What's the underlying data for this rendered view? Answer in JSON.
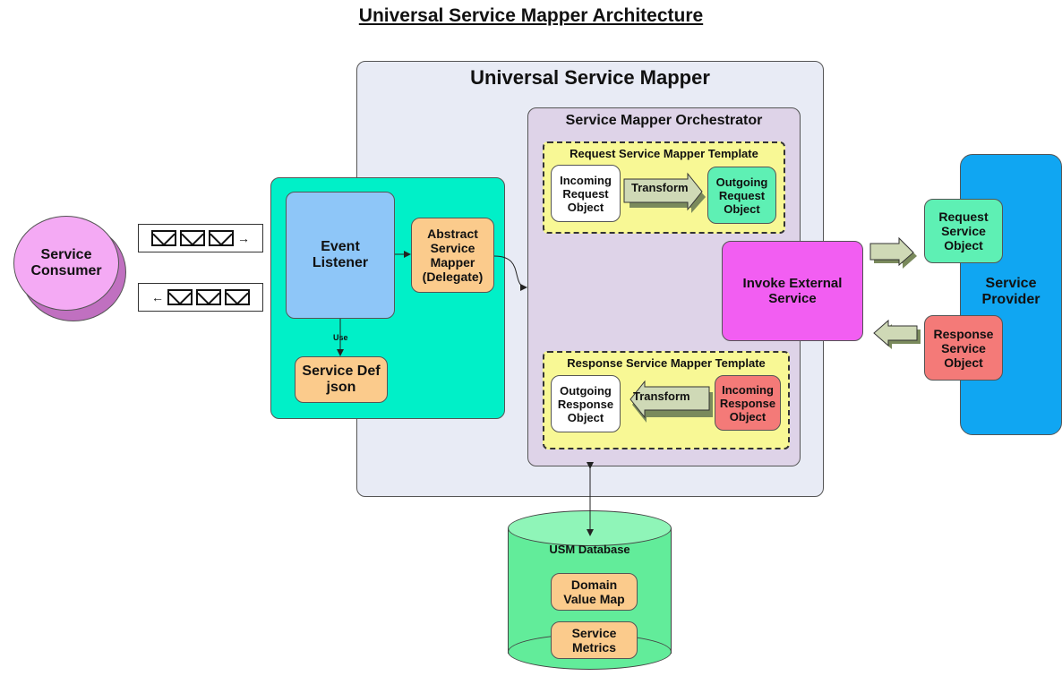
{
  "title": "Universal Service Mapper Architecture",
  "usm": {
    "title": "Universal Service Mapper"
  },
  "consumer": {
    "label": "Service Consumer"
  },
  "envelopes": {
    "out_arrow": "→",
    "in_arrow": "←"
  },
  "listener_panel": {
    "event_listener": "Event Listener",
    "abstract_mapper": "Abstract Service Mapper (Delegate)",
    "use_label": "Use",
    "service_def": "Service Def json"
  },
  "orchestrator": {
    "title": "Service Mapper Orchestrator",
    "request_template": {
      "title": "Request Service Mapper Template",
      "incoming": "Incoming Request Object",
      "transform": "Transform",
      "outgoing": "Outgoing Request Object"
    },
    "response_template": {
      "title": "Response Service Mapper Template",
      "outgoing": "Outgoing Response Object",
      "transform": "Transform",
      "incoming": "Incoming Response Object"
    },
    "invoke": "Invoke External Service"
  },
  "provider": {
    "label": "Service Provider",
    "request_object": "Request Service Object",
    "response_object": "Response Service Object"
  },
  "database": {
    "title": "USM Database",
    "domain_value_map": "Domain Value Map",
    "service_metrics": "Service Metrics"
  },
  "colors": {
    "consumer": "#f4aaf4",
    "usm_bg": "#e8ebf5",
    "panel": "#00f0c8",
    "event_listener": "#8ec6f8",
    "orange": "#fbcb8c",
    "orchestrator": "#ded3e8",
    "template": "#f8f895",
    "green_obj": "#5ef0b4",
    "red_obj": "#f47a78",
    "invoke": "#f25ef2",
    "provider": "#10a6f2",
    "database": "#62ec9a"
  }
}
